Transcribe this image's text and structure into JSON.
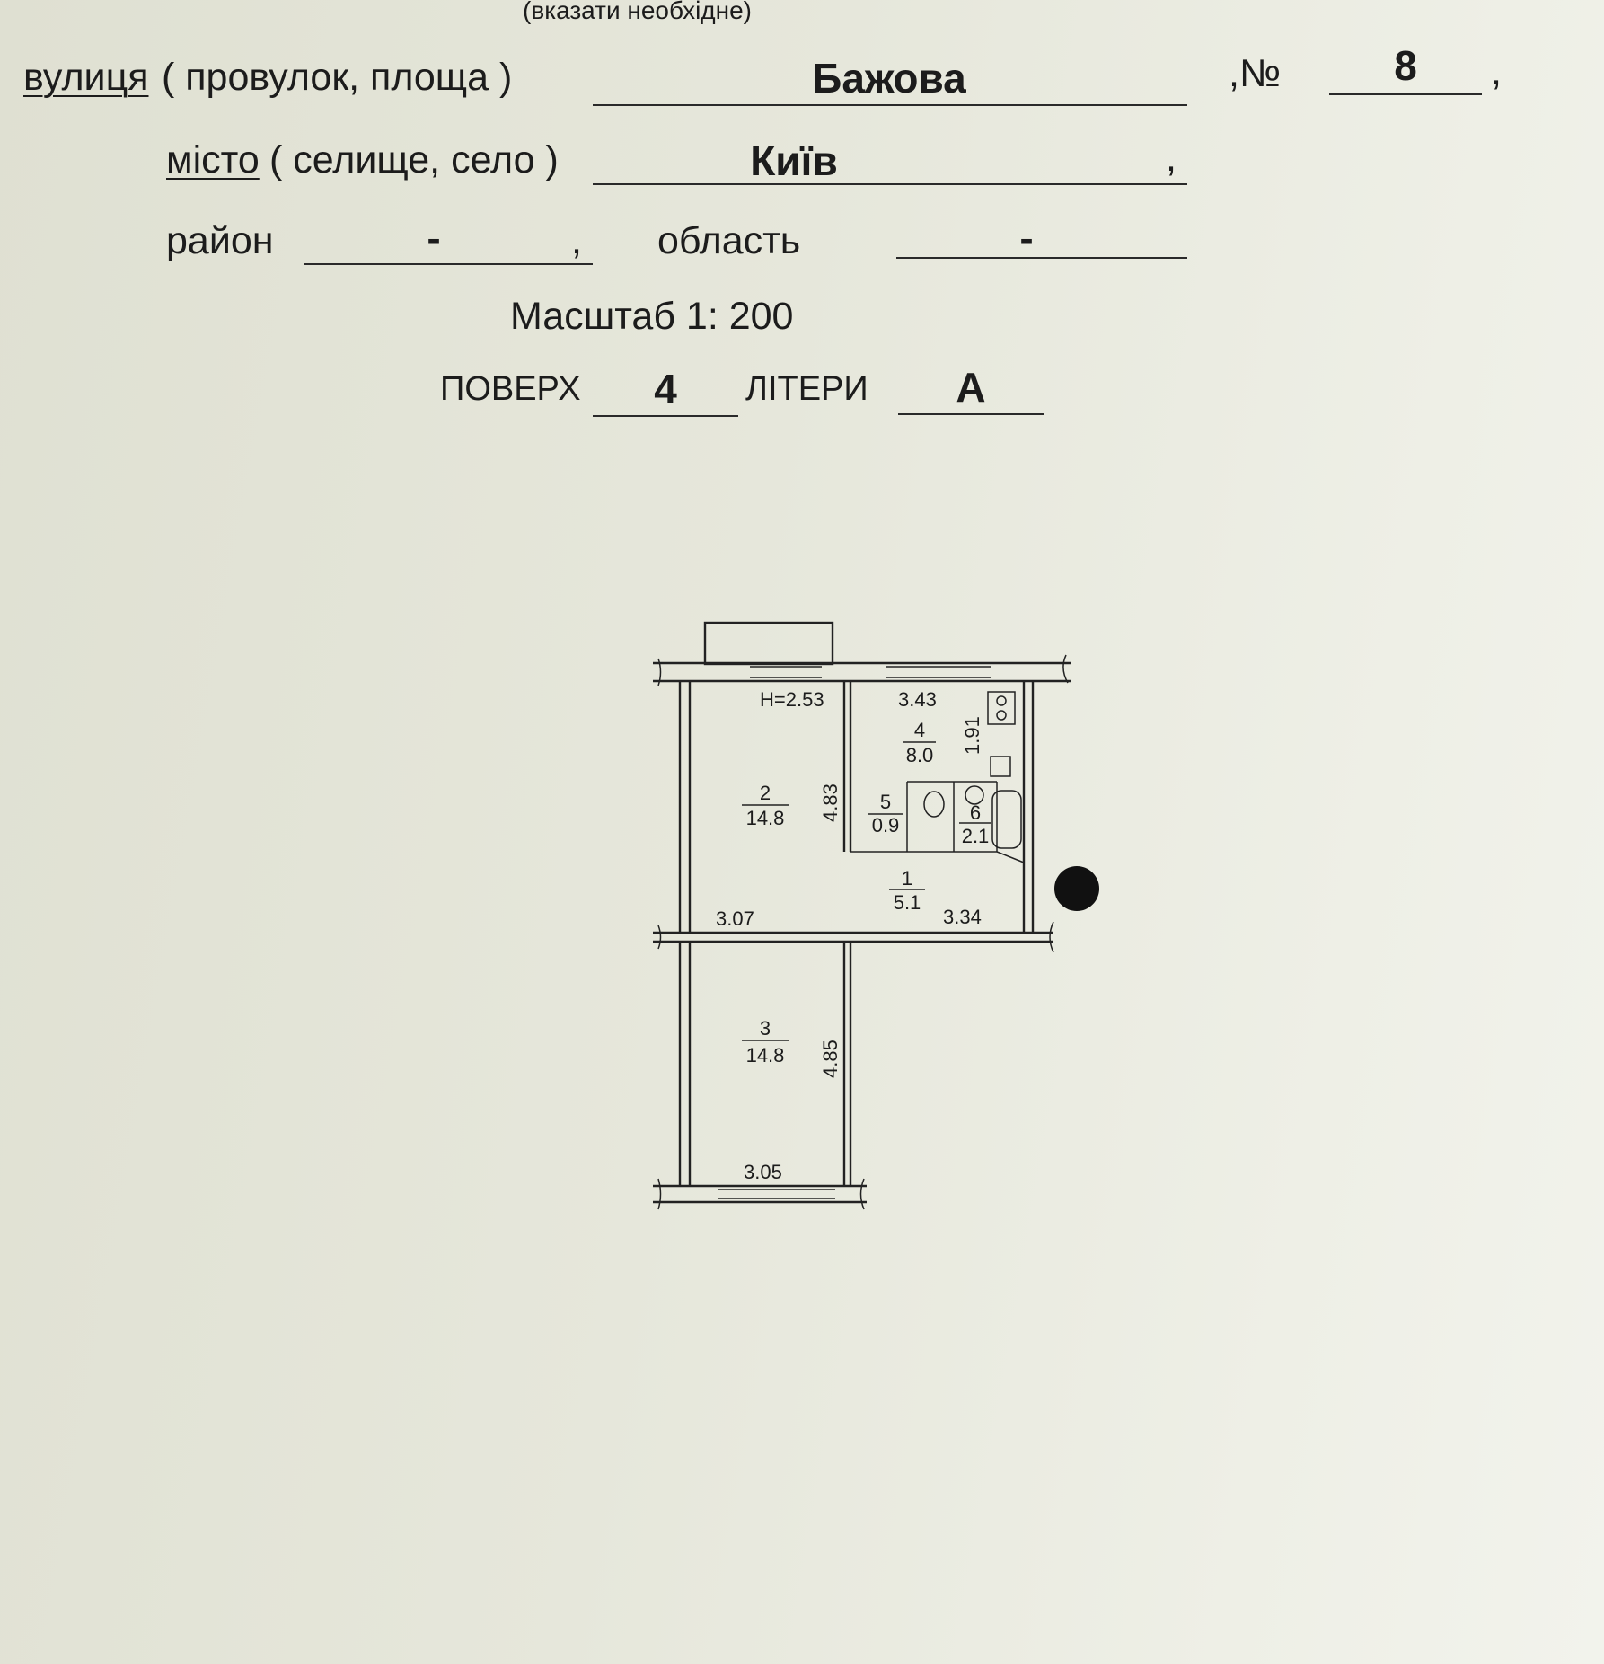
{
  "header": {
    "note": "(вказати необхідне)",
    "street_label": "вулиця",
    "street_alt": " ( провулок, площа )",
    "street_value": "Бажова",
    "number_label": ",№",
    "number_value": "8",
    "trailing_comma": ",",
    "city_label": "місто",
    "city_alt": " ( селище, село )",
    "city_value": "Київ",
    "district_label": "район",
    "district_value": "-",
    "region_label": "область",
    "region_value": "-",
    "scale_text": "Масштаб 1: 200",
    "floor_label": "ПОВЕРХ",
    "floor_value": "4",
    "letters_label": "ЛІТЕРИ",
    "letters_value": "А"
  },
  "plan": {
    "height_label": "Н=2.53",
    "rooms": [
      {
        "number": "1",
        "area": "5.1"
      },
      {
        "number": "2",
        "area": "14.8"
      },
      {
        "number": "3",
        "area": "14.8"
      },
      {
        "number": "4",
        "area": "8.0"
      },
      {
        "number": "5",
        "area": "0.9"
      },
      {
        "number": "6",
        "area": "2.1"
      }
    ],
    "dimensions": {
      "kitchen_width": "3.43",
      "kitchen_depth": "1.91",
      "room2_depth": "4.83",
      "room2_width": "3.07",
      "hall_width": "3.34",
      "room3_depth": "4.85",
      "room3_width": "3.05"
    }
  }
}
